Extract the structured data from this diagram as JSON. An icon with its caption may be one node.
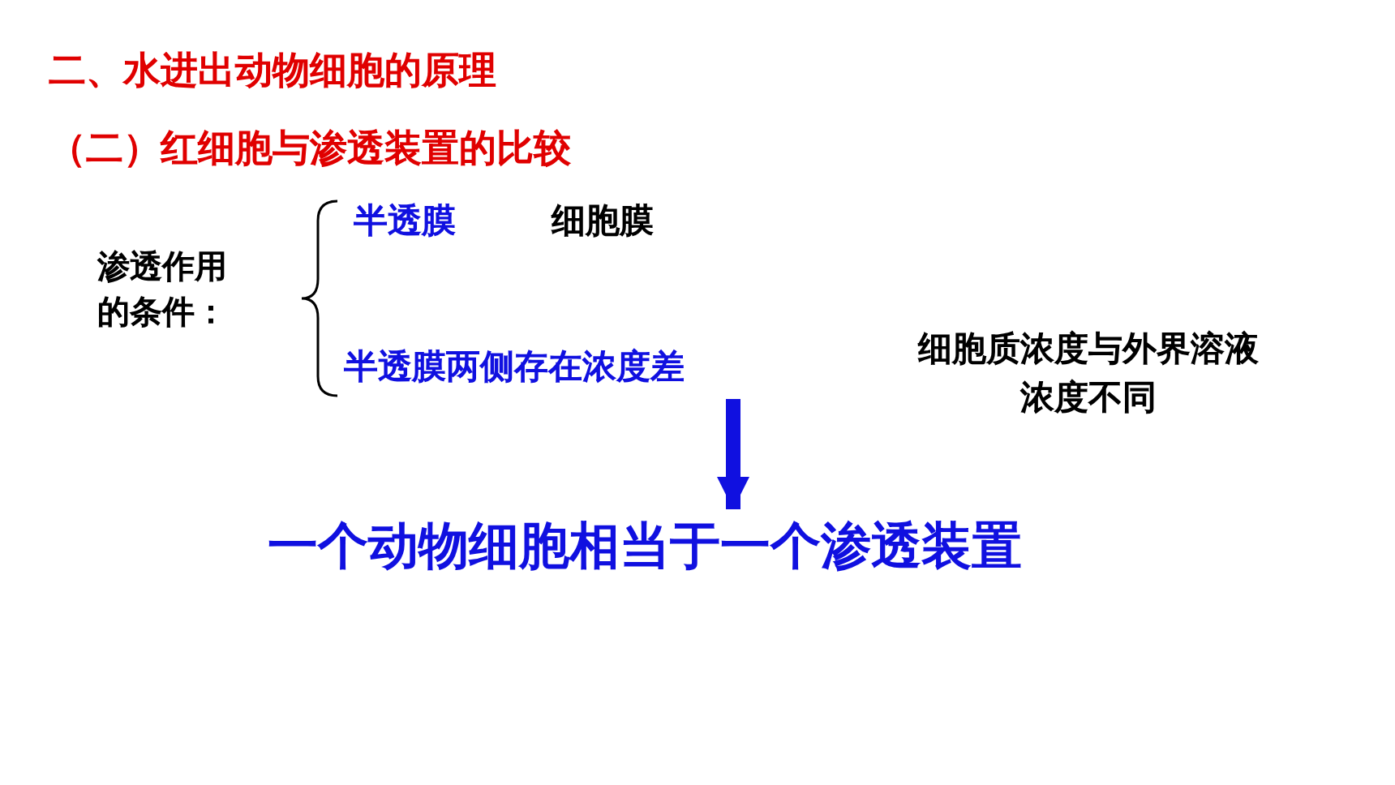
{
  "diagram": {
    "title": "二、水进出动物细胞的原理",
    "nodes": [
      {
        "text": [
          "渗透作用的条件："
        ]
      },
      {
        "text": [
          "半透膜"
        ]
      },
      {
        "text": [
          "细胞膜"
        ]
      },
      {
        "text": [
          "半透膜两侧存在浓度差"
        ]
      },
      {
        "text": [
          "细胞质浓度与外界溶液浓度不同"
        ]
      },
      {
        "text": [
          "一个动物细胞相当于一个渗透装置"
        ]
      }
    ],
    "edges": [
      {
        "from": 3,
        "to": 5,
        "arrow": "to"
      }
    ],
    "labels": [
      "（二）红细胞与渗透装置的比较"
    ]
  }
}
